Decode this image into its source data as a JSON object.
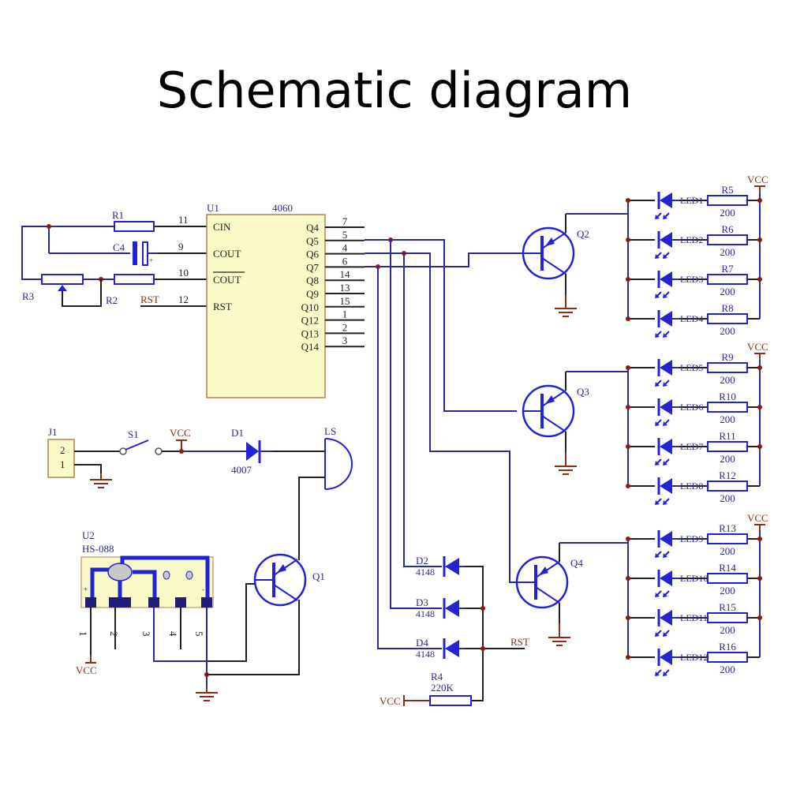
{
  "title": "Schematic diagram",
  "colors": {
    "wire": "#2a2a9a",
    "component": "#2323d4",
    "power": "#8b2e16",
    "ic_fill": "#fafac8",
    "junction": "#8b1a10"
  },
  "u1": {
    "ref": "U1",
    "part": "4060",
    "left_pins": [
      {
        "name": "CIN",
        "num": "11"
      },
      {
        "name": "COUT",
        "num": "9"
      },
      {
        "name": "COUT",
        "num": "10",
        "overbar": true
      },
      {
        "name": "RST",
        "num": "12"
      }
    ],
    "right_pins": [
      {
        "name": "Q4",
        "num": "7"
      },
      {
        "name": "Q5",
        "num": "5"
      },
      {
        "name": "Q6",
        "num": "4"
      },
      {
        "name": "Q7",
        "num": "6"
      },
      {
        "name": "Q8",
        "num": "14"
      },
      {
        "name": "Q9",
        "num": "13"
      },
      {
        "name": "Q10",
        "num": "15"
      },
      {
        "name": "Q12",
        "num": "1"
      },
      {
        "name": "Q13",
        "num": "2"
      },
      {
        "name": "Q14",
        "num": "3"
      }
    ]
  },
  "timing": {
    "r1": "R1",
    "r2": "R2",
    "r3": "R3",
    "c4": "C4",
    "rst_net": "RST"
  },
  "transistors": {
    "q1": "Q1",
    "q2": "Q2",
    "q3": "Q3",
    "q4": "Q4"
  },
  "power": {
    "vcc": "VCC"
  },
  "led_banks": [
    {
      "rows": [
        {
          "led": "LED1",
          "res": "R5",
          "value": "200"
        },
        {
          "led": "LED2",
          "res": "R6",
          "value": "200"
        },
        {
          "led": "LED3",
          "res": "R7",
          "value": "200"
        },
        {
          "led": "LED4",
          "res": "R8",
          "value": "200"
        }
      ]
    },
    {
      "rows": [
        {
          "led": "LED5",
          "res": "R9",
          "value": "200"
        },
        {
          "led": "LED6",
          "res": "R10",
          "value": "200"
        },
        {
          "led": "LED7",
          "res": "R11",
          "value": "200"
        },
        {
          "led": "LED8",
          "res": "R12",
          "value": "200"
        }
      ]
    },
    {
      "rows": [
        {
          "led": "LED9",
          "res": "R13",
          "value": "200"
        },
        {
          "led": "LED10",
          "res": "R14",
          "value": "200"
        },
        {
          "led": "LED11",
          "res": "R15",
          "value": "200"
        },
        {
          "led": "LED12",
          "res": "R16",
          "value": "200"
        }
      ]
    }
  ],
  "power_input": {
    "j1": "J1",
    "j1_pins": [
      "2",
      "1"
    ],
    "s1": "S1",
    "d1": "D1",
    "d1_part": "4007",
    "ls": "LS"
  },
  "u2": {
    "ref": "U2",
    "part": "HS-088",
    "pins": [
      "1",
      "2",
      "3",
      "4",
      "5"
    ],
    "plus": "+",
    "minus": "-"
  },
  "reset_diodes": [
    {
      "ref": "D2",
      "part": "4148"
    },
    {
      "ref": "D3",
      "part": "4148"
    },
    {
      "ref": "D4",
      "part": "4148"
    }
  ],
  "r4": {
    "ref": "R4",
    "value": "220K"
  }
}
